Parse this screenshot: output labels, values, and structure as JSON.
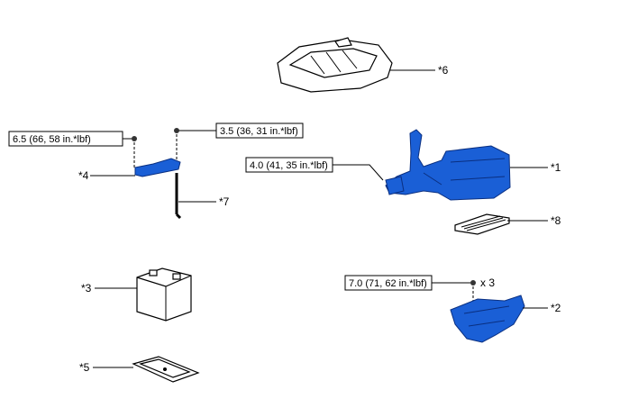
{
  "torque_specs": {
    "t1": "6.5 (66, 58 in.*lbf)",
    "t2": "3.5 (36, 31 in.*lbf)",
    "t3": "4.0 (41, 35 in.*lbf)",
    "t4": "7.0 (71, 62 in.*lbf)"
  },
  "callouts": {
    "c1": "*1",
    "c2": "*2",
    "c3": "*3",
    "c4": "*4",
    "c5": "*5",
    "c6": "*6",
    "c7": "*7",
    "c8": "*8"
  },
  "quantity": "x 3",
  "colors": {
    "part": "#1a5fd6",
    "outline": "#000000"
  }
}
